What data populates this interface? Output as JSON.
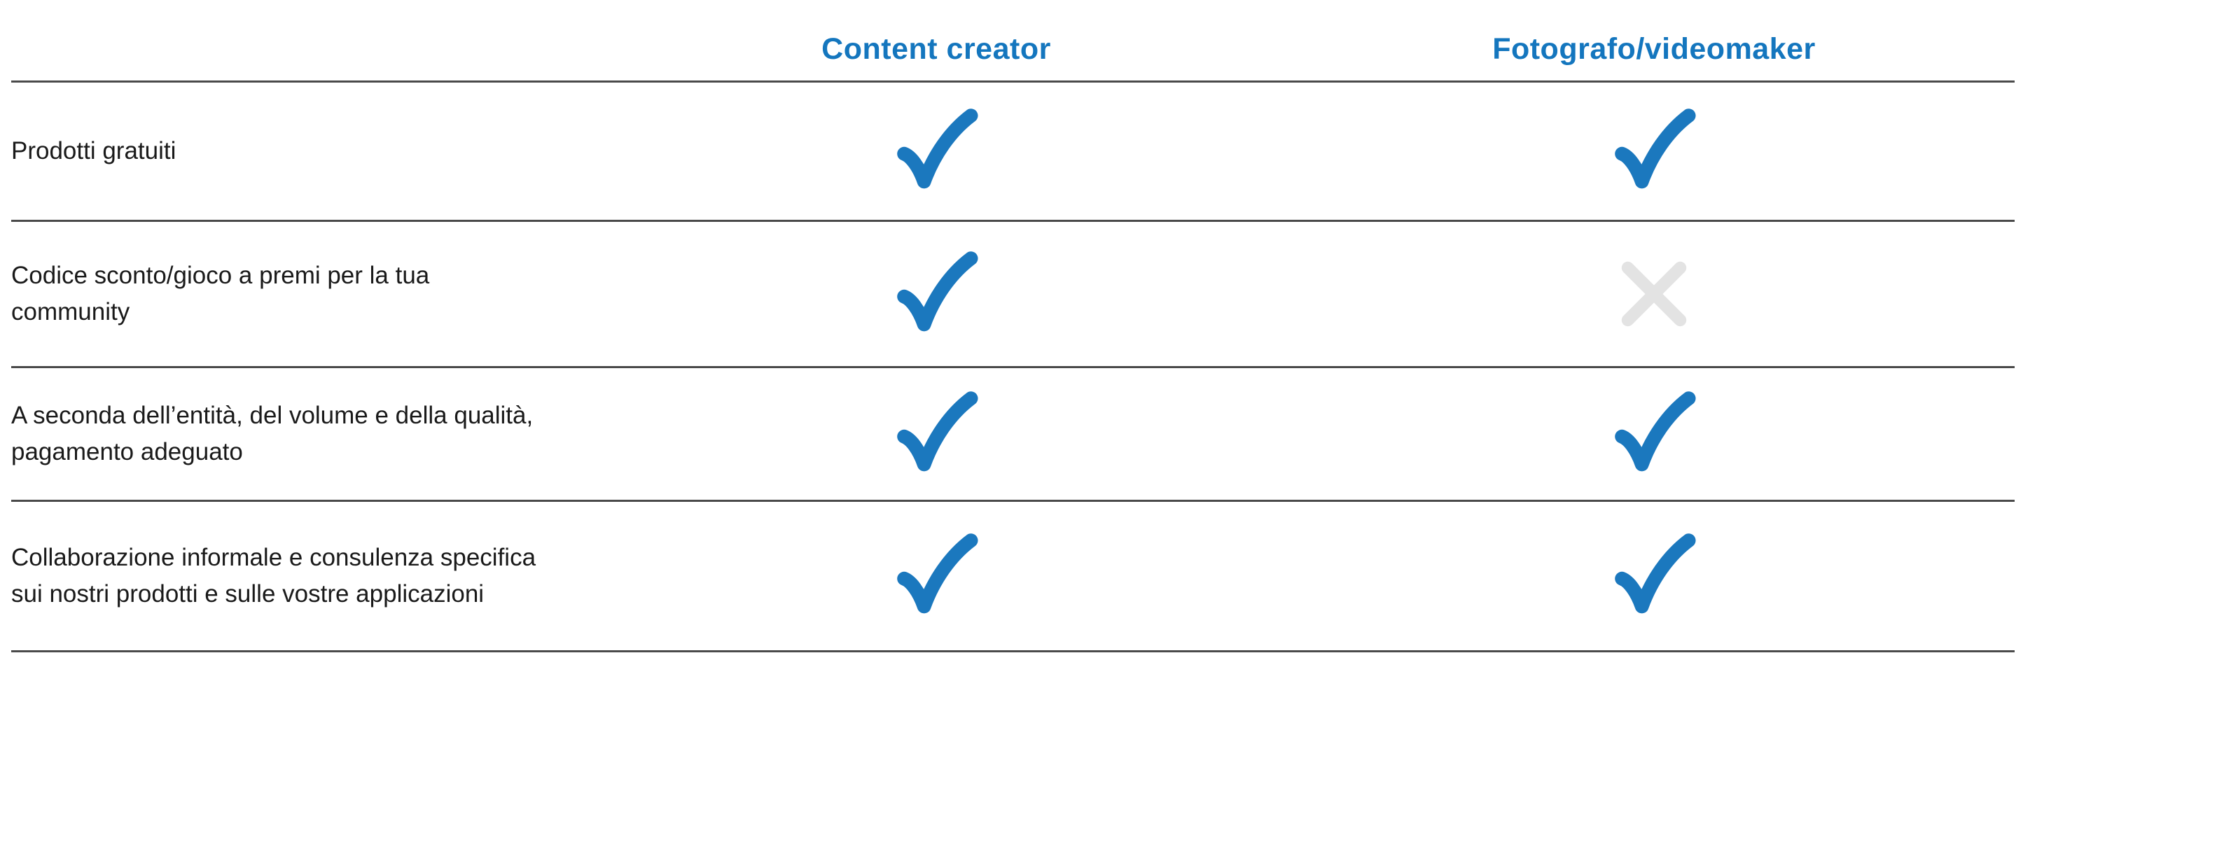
{
  "page": {
    "background": "#FFFFFF"
  },
  "table": {
    "headers": [
      {
        "label": "Content creator"
      },
      {
        "label": "Fotografo/videomaker"
      }
    ],
    "rows": [
      {
        "label": "Prodotti gratuiti",
        "content_creator": "check",
        "fotografo_videomaker": "check"
      },
      {
        "label": "Codice sconto/gioco a premi per la tua community",
        "content_creator": "check",
        "fotografo_videomaker": "cross"
      },
      {
        "label": "A seconda dell’entità, del volume e della qualità, pagamento adeguato",
        "content_creator": "check",
        "fotografo_videomaker": "check"
      },
      {
        "label": "Collaborazione informale e consulenza specifica sui nostri prodotti e sulle vostre applicazioni",
        "content_creator": "check",
        "fotografo_videomaker": "check"
      }
    ],
    "icons": {
      "check": "check-icon",
      "cross": "cross-icon"
    },
    "colors": {
      "header_text": "#1476BE",
      "check": "#1B78BE",
      "cross": "#E3E3E3",
      "divider": "#4A4A4A",
      "body_text": "#1A1A1A"
    }
  }
}
